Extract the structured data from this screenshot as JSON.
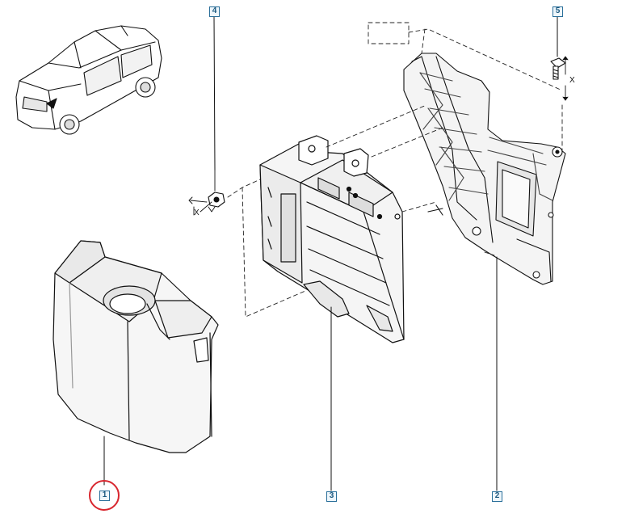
{
  "diagram": {
    "callouts": [
      {
        "id": "c1",
        "label": "1"
      },
      {
        "id": "c2",
        "label": "2"
      },
      {
        "id": "c3",
        "label": "3"
      },
      {
        "id": "c4",
        "label": "4"
      },
      {
        "id": "c5",
        "label": "5"
      }
    ],
    "dimension_marks": {
      "nut_torque": "X",
      "bolt_torque": "X"
    },
    "highlight": {
      "ring_color": "#d8262e",
      "callout_color": "#2a6f9a"
    }
  }
}
